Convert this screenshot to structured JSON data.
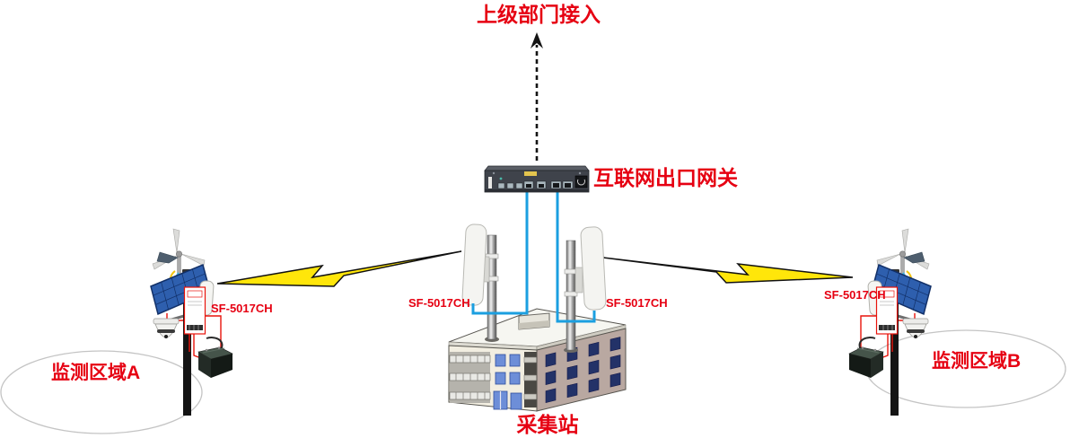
{
  "diagram": {
    "top_link_label": "上级部门接入",
    "gateway_label": "互联网出口网关",
    "collection_station_label": "采集站",
    "monitoring_area_a_label": "监测区域A",
    "monitoring_area_b_label": "监测区域B",
    "device_model": "SF-5017CH"
  },
  "colors": {
    "label_red": "#e60012",
    "wire_red": "#e8140c",
    "cable_blue": "#1b9fe0",
    "bolt_yellow": "#ffe60a",
    "arrow_black": "#141414",
    "solar_blue": "#2e5fae",
    "router_body": "#3f434b",
    "building_roof": "#f6f6f1",
    "building_front": "#f2eee1",
    "building_side": "#b9a8a1"
  }
}
